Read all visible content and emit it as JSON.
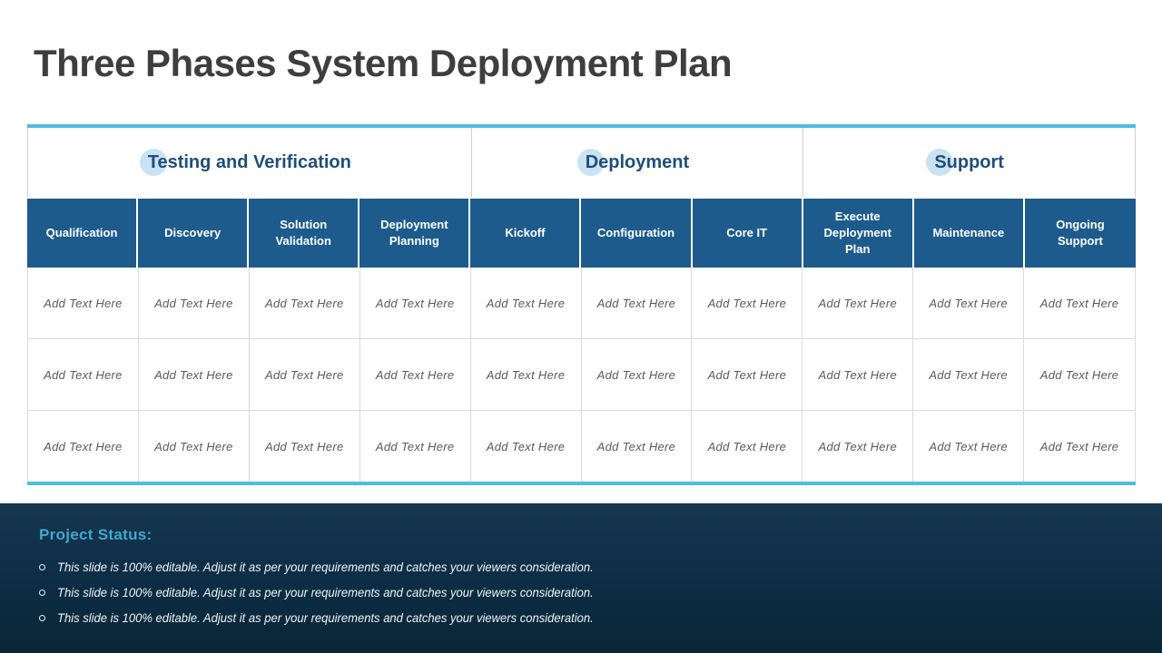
{
  "slide": {
    "title": "Three Phases System Deployment Plan"
  },
  "table": {
    "phases": [
      {
        "label": "Testing and Verification",
        "columns": 4
      },
      {
        "label": "Deployment",
        "columns": 3
      },
      {
        "label": "Support",
        "columns": 3
      }
    ],
    "columns": [
      "Qualification",
      "Discovery",
      "Solution Validation",
      "Deployment Planning",
      "Kickoff",
      "Configuration",
      "Core IT",
      "Execute Deployment Plan",
      "Maintenance",
      "Ongoing Support"
    ],
    "rows": [
      [
        "Add Text Here",
        "Add Text Here",
        "Add Text Here",
        "Add Text Here",
        "Add Text Here",
        "Add Text Here",
        "Add Text Here",
        "Add Text Here",
        "Add Text Here",
        "Add Text Here"
      ],
      [
        "Add Text Here",
        "Add Text Here",
        "Add Text Here",
        "Add Text Here",
        "Add Text Here",
        "Add Text Here",
        "Add Text Here",
        "Add Text Here",
        "Add Text Here",
        "Add Text Here"
      ],
      [
        "Add Text Here",
        "Add Text Here",
        "Add Text Here",
        "Add Text Here",
        "Add Text Here",
        "Add Text Here",
        "Add Text Here",
        "Add Text Here",
        "Add Text Here",
        "Add Text Here"
      ]
    ]
  },
  "footer": {
    "heading": "Project Status:",
    "bullets": [
      "This slide is 100% editable. Adjust it as per your requirements and catches your viewers consideration.",
      "This slide is 100% editable. Adjust it as per your requirements and catches your viewers consideration.",
      "This slide is 100% editable. Adjust it as per your requirements and catches your viewers consideration."
    ]
  },
  "colors": {
    "accent_cyan": "#4fbcdb",
    "header_blue": "#1d5b8c",
    "phase_text_blue": "#1f4e79",
    "phase_circle_blue": "#c9e3f3",
    "footer_navy": "#0c2d44",
    "footer_heading_blue": "#45a5d3",
    "title_gray": "#3e3e3e",
    "placeholder_gray": "#595959"
  }
}
